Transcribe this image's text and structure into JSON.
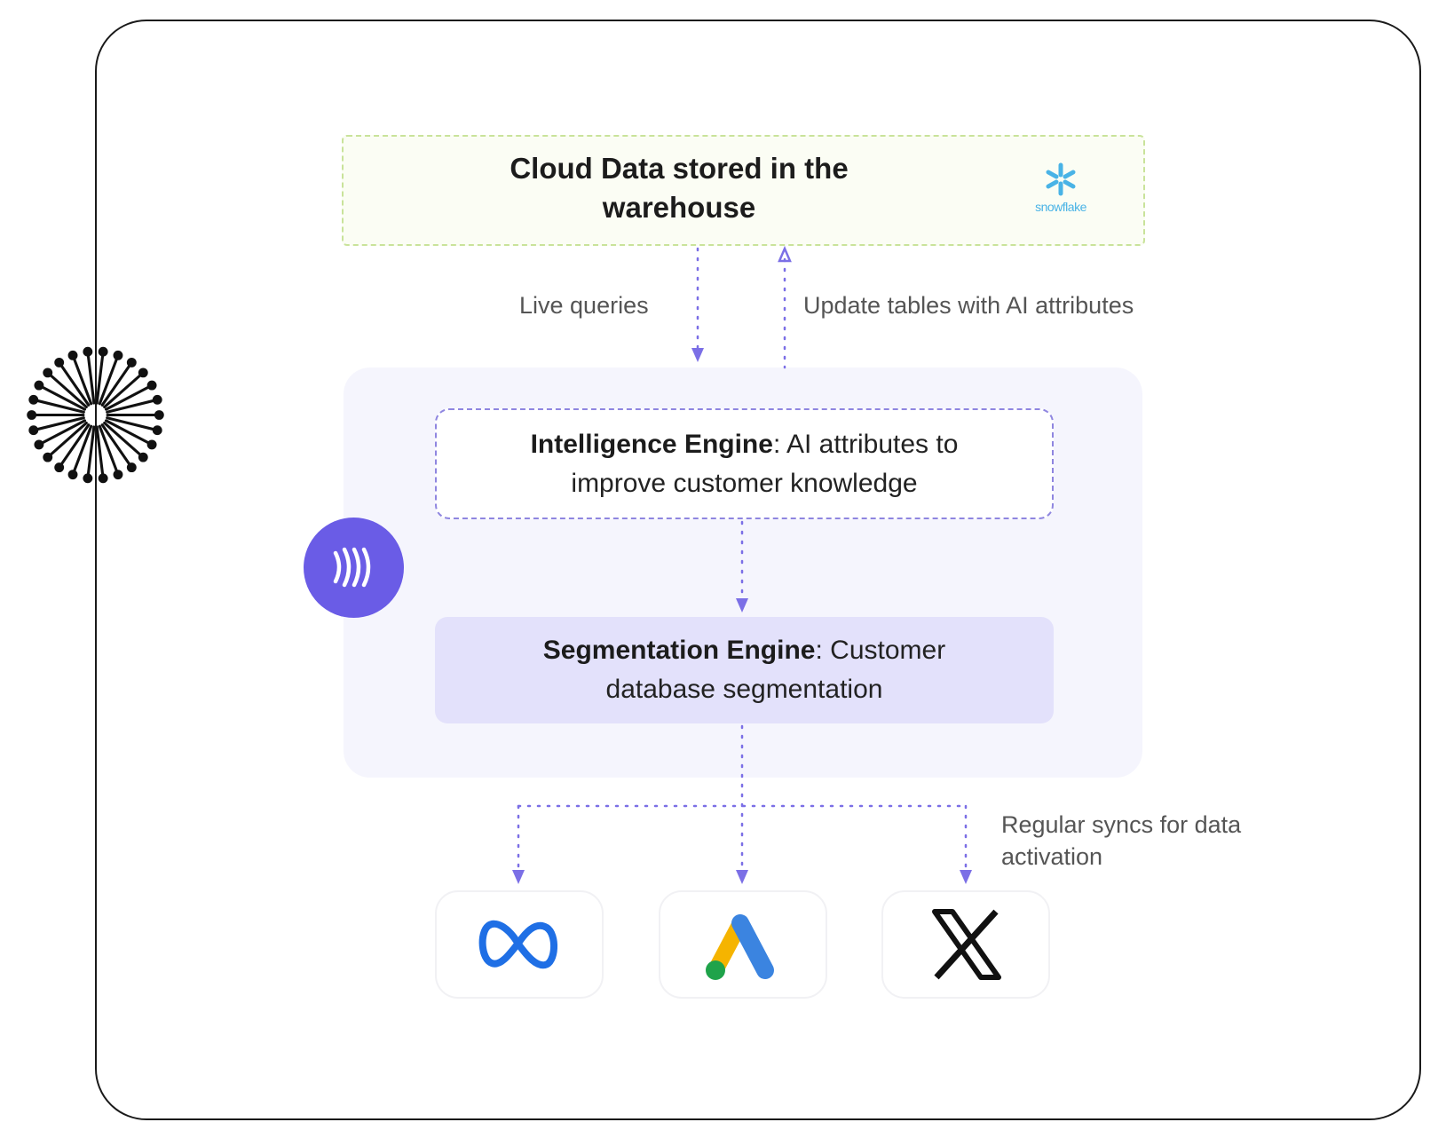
{
  "diagram": {
    "warehouse": {
      "title": "Cloud Data stored in the warehouse",
      "title_line1": "Cloud Data stored in the",
      "title_line2": "warehouse",
      "logo": {
        "icon": "snowflake-icon",
        "label": "snowflake",
        "color": "#49b3e6"
      }
    },
    "edges": {
      "live_queries": "Live queries",
      "update_tables": "Update tables with AI attributes",
      "regular_syncs_line1": "Regular syncs for data",
      "regular_syncs_line2": "activation"
    },
    "intelligence_engine": {
      "name": "Intelligence Engine",
      "separator": ":",
      "desc_line1": " AI attributes to",
      "desc_line2": "improve customer knowledge"
    },
    "segmentation_engine": {
      "name": "Segmentation Engine",
      "separator": ":",
      "desc_line1": " Customer",
      "desc_line2": "database segmentation"
    },
    "brand_badge": {
      "icon": "sound-waves-icon",
      "color": "#6a5ce6"
    },
    "destinations": [
      {
        "name": "Meta",
        "icon": "meta-icon"
      },
      {
        "name": "Google Ads",
        "icon": "google-ads-icon"
      },
      {
        "name": "X",
        "icon": "x-icon"
      }
    ],
    "colors": {
      "arrow": "#7b6fe6",
      "warehouse_border": "#c9e39a",
      "intel_border": "#8f86e0",
      "segmentation_fill": "#e3e1fb",
      "panel_fill": "#f5f5fd"
    }
  }
}
